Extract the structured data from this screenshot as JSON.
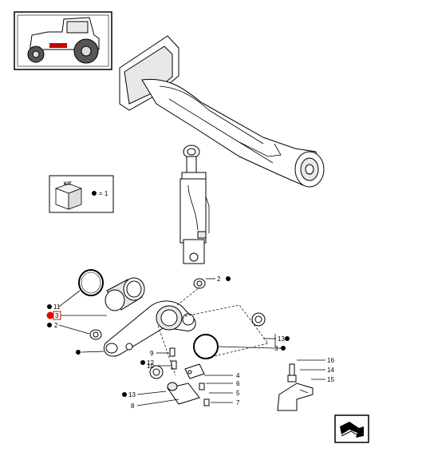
{
  "colors": {
    "background": "#ffffff",
    "ink": "#000000",
    "highlight": "#e60000",
    "panel_fill": "#f2f2f2"
  },
  "kit_box": {
    "title": "KIT",
    "legend_text": "= 1"
  },
  "icons": {
    "thumbnail": "tractor-thumbnail-icon",
    "kit": "kit-box-icon",
    "navigation": "next-page-arrow-icon",
    "highlight": "red-dot-icon"
  },
  "callouts": {
    "c11": "11",
    "c3": "3",
    "c2a": "2",
    "c2b": "2",
    "c13a": "13",
    "c13b": "13",
    "c3b": "3",
    "c9": "9",
    "c10": "10",
    "c12": "12",
    "c4": "4",
    "c6": "6",
    "c5": "5",
    "c7": "7",
    "c8": "8",
    "c16": "16",
    "c14": "14",
    "c15": "15"
  }
}
